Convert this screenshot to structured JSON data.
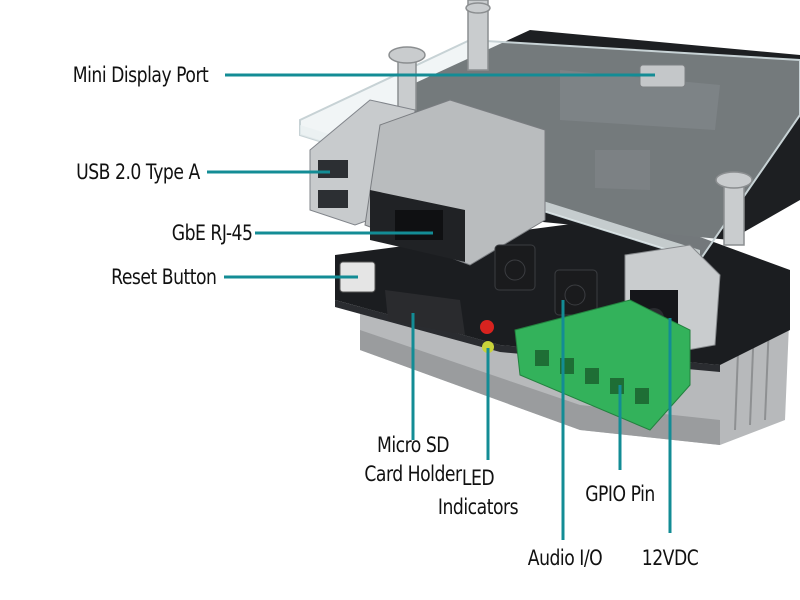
{
  "labels": {
    "mini_display_port": "Mini Display Port",
    "usb_2_type_a": "USB 2.0 Type A",
    "gbe_rj45": "GbE RJ-45",
    "reset_button": "Reset Button",
    "micro_sd_line1": "Micro SD",
    "micro_sd_line2": "Card Holder",
    "led_line1": "LED",
    "led_line2": "Indicators",
    "gpio_pin": "GPIO Pin",
    "audio_io": "Audio I/O",
    "dc_12v": "12VDC"
  },
  "colors": {
    "leader_line": "#138c95",
    "label_text": "#111111",
    "pcb": "#1b1d20",
    "heatsink": "#b7b9bb",
    "terminal_block": "#33b25b",
    "acrylic": "#dfe8ea"
  }
}
